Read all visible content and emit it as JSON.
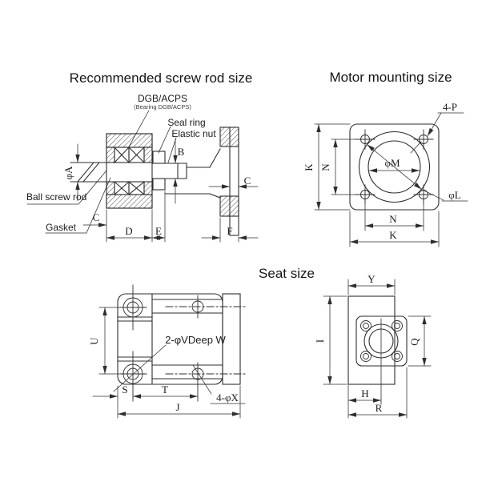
{
  "titles": {
    "screw_rod": "Recommended screw rod size",
    "motor_mounting": "Motor mounting size",
    "seat": "Seat size"
  },
  "screw_rod_view": {
    "labels": {
      "dgb_acps": "DGB/ACPS",
      "dgb_acps_sub": "(Bearing DGB/ACPS)",
      "seal_ring": "Seal ring",
      "elastic_nut": "Elastic nut",
      "ball_screw_rod": "Ball screw rod",
      "gasket": "Gasket"
    },
    "dims": {
      "dia_a": "φA",
      "b": "B",
      "c_flange": "C",
      "c_gasket": "C",
      "d": "D",
      "e": "E",
      "f": "F"
    }
  },
  "motor_mount_view": {
    "labels": {
      "four_p": "4-P",
      "dia_m": "φM",
      "dia_l": "φL"
    },
    "dims": {
      "k_left": "K",
      "n_left": "N",
      "n_bottom": "N",
      "k_bottom": "K"
    }
  },
  "seat_side_view": {
    "labels": {
      "two_dia_v": "2-φVDeep W",
      "four_dia_x": "4-φX"
    },
    "dims": {
      "u": "U",
      "s": "S",
      "t": "T",
      "j": "J"
    }
  },
  "seat_end_view": {
    "dims": {
      "y": "Y",
      "i": "I",
      "q": "Q",
      "h": "H",
      "r": "R"
    }
  },
  "colors": {
    "line": "#2e2e2e",
    "text": "#1d1d1d",
    "background": "#ffffff"
  }
}
